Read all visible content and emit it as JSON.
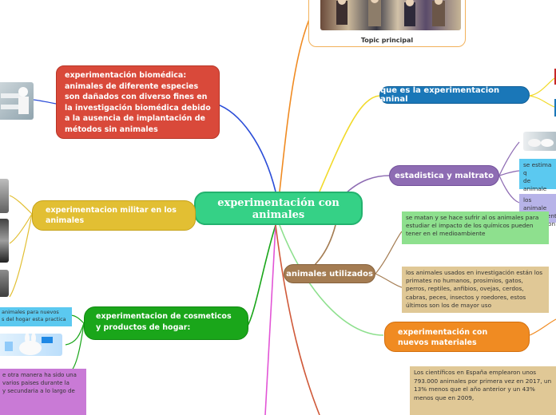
{
  "central": "experimentación con animales",
  "topic": {
    "caption": "Topic principal"
  },
  "left_branches": {
    "biomedica": "experimentación biomédica: animales de diferente especies son dañados  con diverso fines en la investigación biomédica debido a la ausencia de implantación de métodos sin animales",
    "militar": "experimentacion militar en  los animales",
    "cosmeticos": "experimentacion de cosmeticos y productos de hogar:",
    "cosmeticos_note": "animales para nuevos\ns del hogar esta practica",
    "other_note": "e otra manera ha sido una\nvarios paises durante la\ny secundaria a lo largo de"
  },
  "right_branches": {
    "que_es": "que es la experimentacion aninal",
    "estadistica": "estadistica y maltrato",
    "estadistica_note1": "se estima q\nde animale\nes importa",
    "estadistica_note2": "los animale\nexperimenta\nviviseccion",
    "utilizados": "animales utilizados",
    "utilizados_note1": "se matan y se hace sufrir al os animales para estudiar el impacto de los químicos  pueden tener en el medioambiente",
    "utilizados_note2": "los animales usados en investigación están los primates no humanos, prosimios, gatos, perros, reptiles, anfibios, ovejas, cerdos, cabras, peces, insectos y roedores, estos últimos son los de mayor uso",
    "nuevos": "experimentación con nuevos materiales",
    "cientificos_note": "Los científicos en España emplearon unos 793.000 animales por primera vez en 2017, un 13% menos que el año anterior y un 43% menos que en 2009,"
  },
  "colors": {
    "central": "#35d186",
    "biomedica": "#d9493a",
    "militar": "#e2bf33",
    "cosmeticos": "#1aa61a",
    "que_es": "#1a77b8",
    "estadistica": "#8e6cb3",
    "utilizados": "#a47c52",
    "nuevos": "#f08b22"
  },
  "icons": [
    "lab-photo-icon",
    "military-photo-icon",
    "rabbit-photo-icon",
    "mice-photo-icon",
    "topic-illustration"
  ]
}
